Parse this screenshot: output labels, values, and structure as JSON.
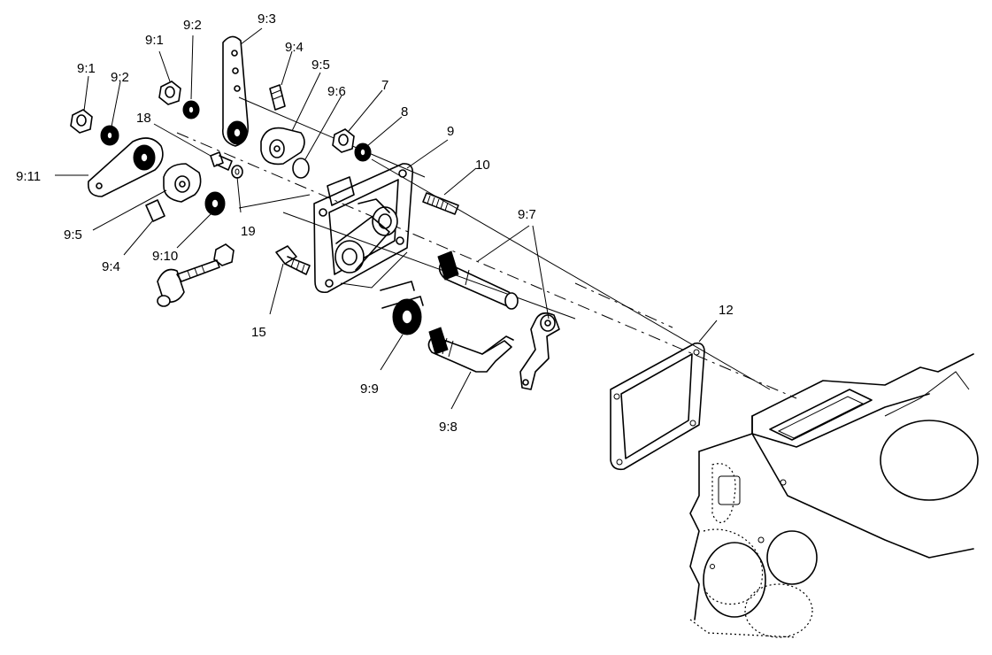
{
  "callouts": [
    {
      "id": "9-1-upper",
      "text": "9:1"
    },
    {
      "id": "9-2-upper",
      "text": "9:2"
    },
    {
      "id": "9-3",
      "text": "9:3"
    },
    {
      "id": "9-4-upper",
      "text": "9:4"
    },
    {
      "id": "9-5-upper",
      "text": "9:5"
    },
    {
      "id": "9-6",
      "text": "9:6"
    },
    {
      "id": "7",
      "text": "7"
    },
    {
      "id": "8",
      "text": "8"
    },
    {
      "id": "9",
      "text": "9"
    },
    {
      "id": "10",
      "text": "10"
    },
    {
      "id": "9-1-lower",
      "text": "9:1"
    },
    {
      "id": "9-2-lower",
      "text": "9:2"
    },
    {
      "id": "18",
      "text": "18"
    },
    {
      "id": "9-11",
      "text": "9:11"
    },
    {
      "id": "9-5-lower",
      "text": "9:5"
    },
    {
      "id": "9-4-lower",
      "text": "9:4"
    },
    {
      "id": "9-10",
      "text": "9:10"
    },
    {
      "id": "19",
      "text": "19"
    },
    {
      "id": "9-7",
      "text": "9:7"
    },
    {
      "id": "15",
      "text": "15"
    },
    {
      "id": "9-9",
      "text": "9:9"
    },
    {
      "id": "9-8",
      "text": "9:8"
    },
    {
      "id": "12",
      "text": "12"
    }
  ]
}
